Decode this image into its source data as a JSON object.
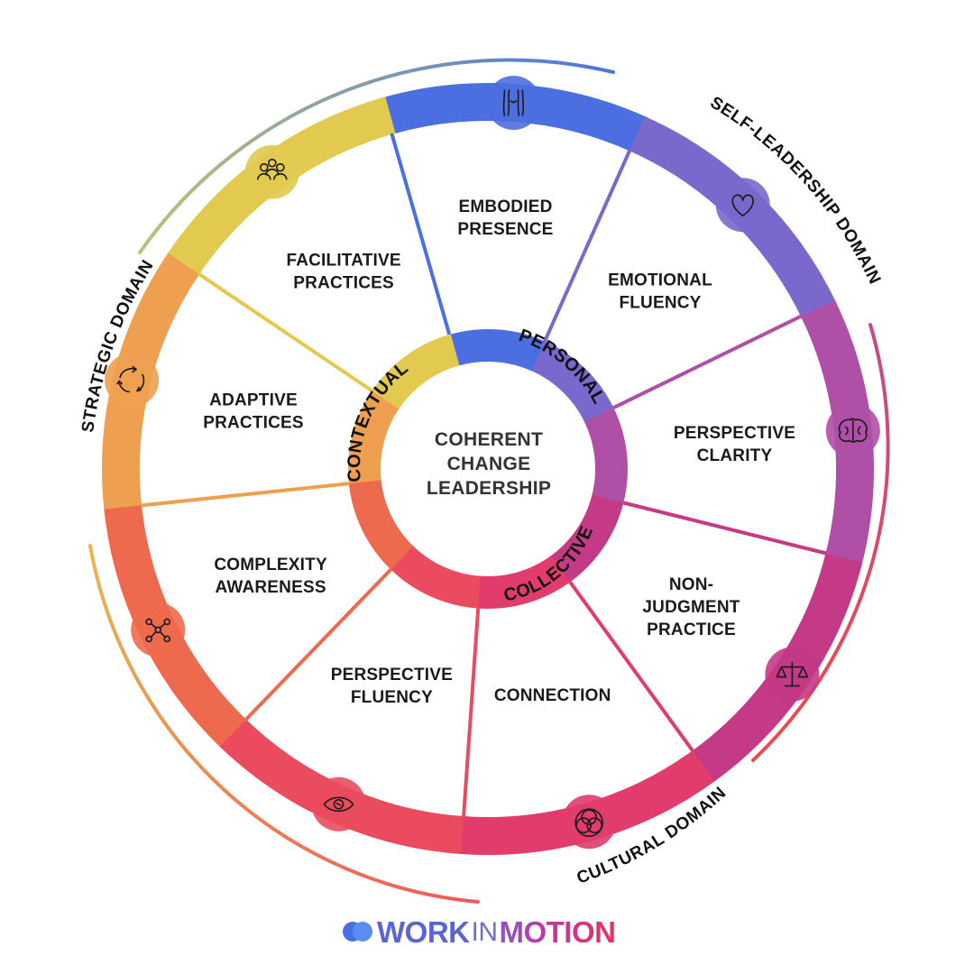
{
  "center": [
    "COHERENT",
    "CHANGE",
    "LEADERSHIP"
  ],
  "inner_ring": {
    "personal": "PERSONAL",
    "collective": "COLLECTIVE",
    "contextual": "CONTEXTUAL"
  },
  "domains": {
    "self_leadership": "SELF-LEADERSHIP DOMAIN",
    "cultural": "CULTURAL DOMAIN",
    "strategic": "STRATEGIC DOMAIN"
  },
  "segments": [
    {
      "lines": [
        "EMBODIED",
        "PRESENCE"
      ],
      "icon": "body-icon",
      "color": "#4b6fe0"
    },
    {
      "lines": [
        "EMOTIONAL",
        "FLUENCY"
      ],
      "icon": "heart-icon",
      "color": "#7a68cc"
    },
    {
      "lines": [
        "PERSPECTIVE",
        "CLARITY"
      ],
      "icon": "brain-icon",
      "color": "#b04fa6"
    },
    {
      "lines": [
        "NON-",
        "JUDGMENT",
        "PRACTICE"
      ],
      "icon": "scales-icon",
      "color": "#c43a86"
    },
    {
      "lines": [
        "CONNECTION"
      ],
      "icon": "circles-icon",
      "color": "#e13c6c"
    },
    {
      "lines": [
        "PERSPECTIVE",
        "FLUENCY"
      ],
      "icon": "eye-icon",
      "color": "#ea4b5e"
    },
    {
      "lines": [
        "COMPLEXITY",
        "AWARENESS"
      ],
      "icon": "network-icon",
      "color": "#ee6a4e"
    },
    {
      "lines": [
        "ADAPTIVE",
        "PRACTICES"
      ],
      "icon": "cycle-icon",
      "color": "#eea050"
    },
    {
      "lines": [
        "FACILITATIVE",
        "PRACTICES"
      ],
      "icon": "people-icon",
      "color": "#e2c94f"
    }
  ],
  "logo": {
    "part1": "WORK",
    "part2": "IN",
    "part3": "MOTION"
  }
}
